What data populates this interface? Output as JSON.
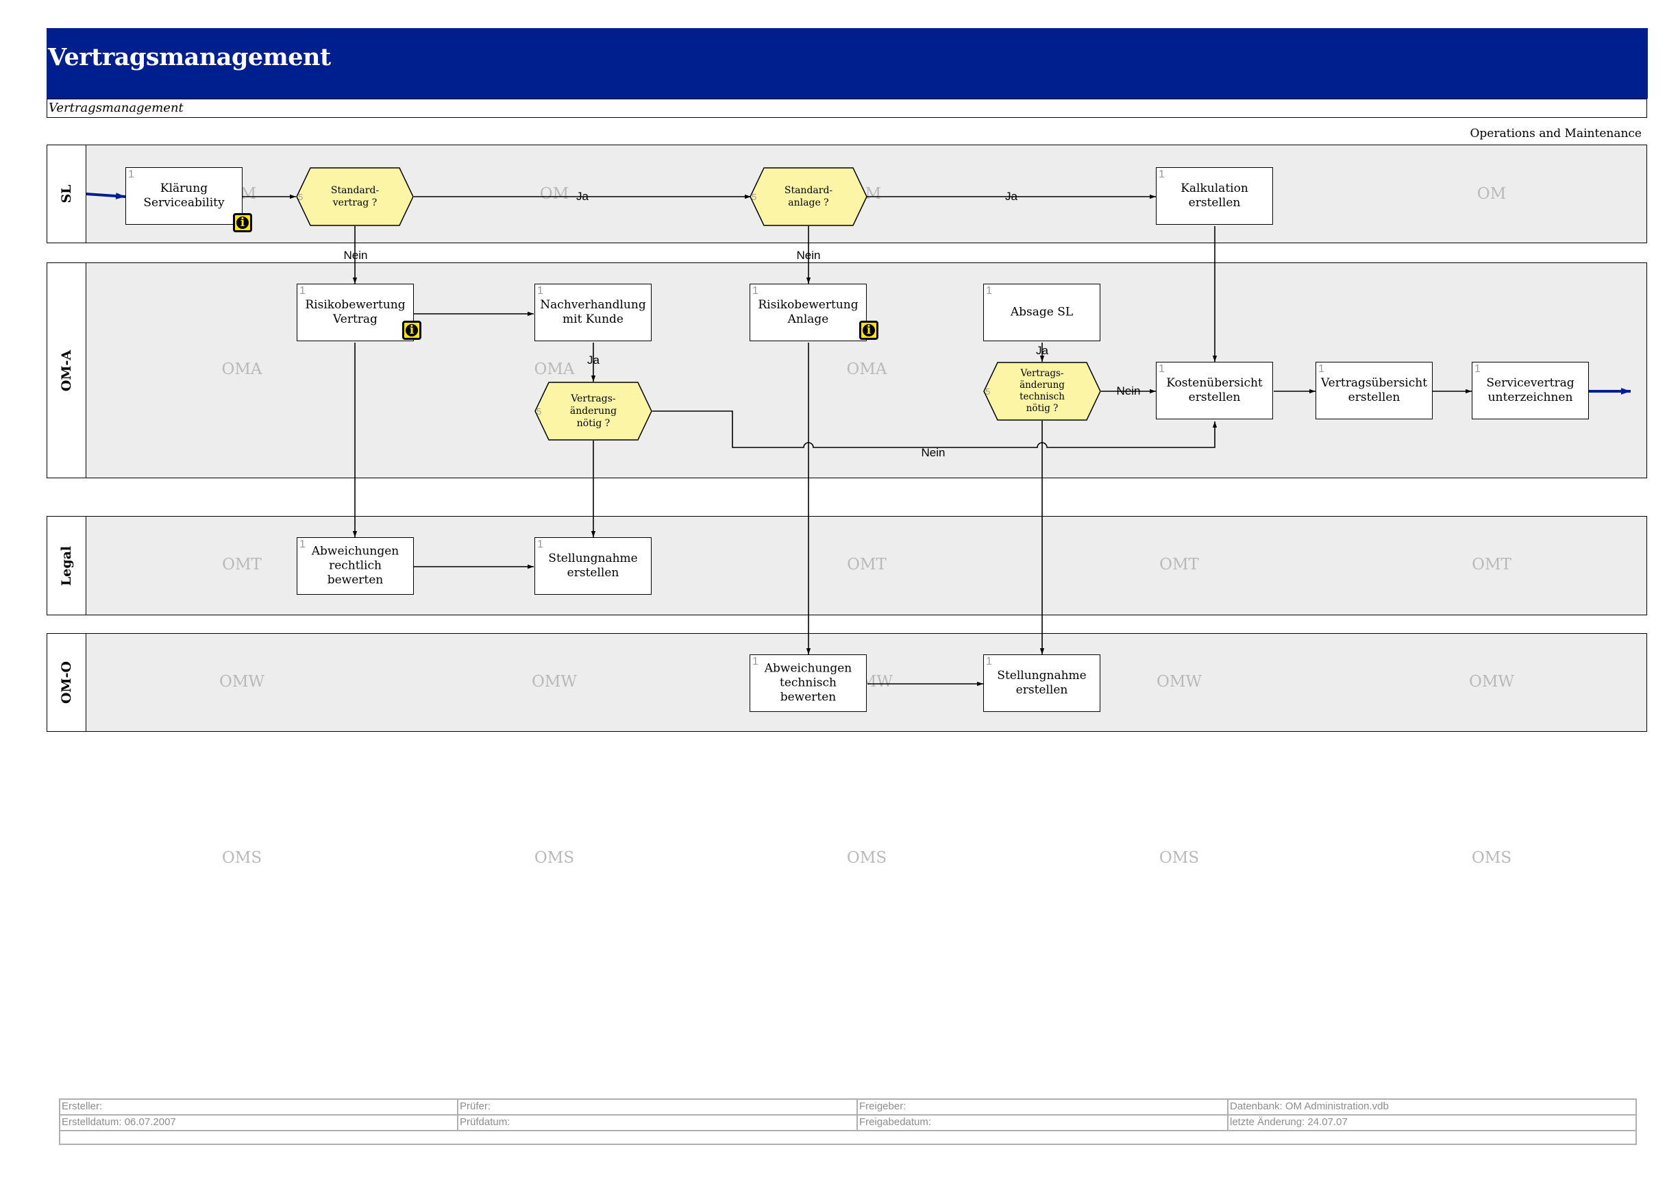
{
  "header": {
    "title": "Vertragsmanagement",
    "subtitle": "Vertragsmanagement",
    "area": "Operations and Maintenance",
    "title_bg": "#001f8f"
  },
  "lanes": [
    {
      "id": "sl",
      "label": "SL",
      "watermarks": [
        "OM",
        "OM",
        "OM",
        "OM"
      ]
    },
    {
      "id": "oma",
      "label": "OM-A",
      "watermarks": [
        "OMA",
        "OMA",
        "OMA"
      ]
    },
    {
      "id": "legal",
      "label": "Legal",
      "watermarks": [
        "OMT",
        "OMT",
        "OMT",
        "OMT"
      ]
    },
    {
      "id": "omo",
      "label": "OM-O",
      "watermarks": [
        "OMW",
        "OMW",
        "OMW",
        "OMW",
        "OMW"
      ]
    }
  ],
  "outside_watermarks": [
    "OMS",
    "OMS",
    "OMS",
    "OMS",
    "OMS"
  ],
  "nodes": [
    {
      "id": "n1",
      "type": "task",
      "num": "1",
      "text": "Klärung\nServiceability",
      "info": true
    },
    {
      "id": "d1",
      "type": "decision",
      "num": "5",
      "text": "Standard-\nvertrag ?"
    },
    {
      "id": "d2",
      "type": "decision",
      "num": "5",
      "text": "Standard-\nanlage ?"
    },
    {
      "id": "n2",
      "type": "task",
      "num": "1",
      "text": "Kalkulation\nerstellen"
    },
    {
      "id": "n3",
      "type": "task",
      "num": "1",
      "text": "Risikobewertung\nVertrag",
      "info": true
    },
    {
      "id": "n4",
      "type": "task",
      "num": "1",
      "text": "Nachverhandlung\nmit Kunde"
    },
    {
      "id": "n5",
      "type": "task",
      "num": "1",
      "text": "Risikobewertung\nAnlage",
      "info": true
    },
    {
      "id": "n6",
      "type": "task",
      "num": "1",
      "text": "Absage SL"
    },
    {
      "id": "d3",
      "type": "decision",
      "num": "5",
      "text": "Vertrags-\nänderung\nnötig ?"
    },
    {
      "id": "d4",
      "type": "decision",
      "num": "5",
      "text": "Vertrags-\nänderung\ntechnisch\nnötig ?"
    },
    {
      "id": "n7",
      "type": "task",
      "num": "1",
      "text": "Kostenübersicht\nerstellen"
    },
    {
      "id": "n8",
      "type": "task",
      "num": "1",
      "text": "Vertragsübersicht\nerstellen"
    },
    {
      "id": "n9",
      "type": "task",
      "num": "1",
      "text": "Servicevertrag\nunterzeichnen"
    },
    {
      "id": "n10",
      "type": "task",
      "num": "1",
      "text": "Abweichungen\nrechtlich bewerten"
    },
    {
      "id": "n11",
      "type": "task",
      "num": "1",
      "text": "Stellungnahme\nerstellen"
    },
    {
      "id": "n12",
      "type": "task",
      "num": "1",
      "text": "Abweichungen\ntechnisch bewerten"
    },
    {
      "id": "n13",
      "type": "task",
      "num": "1",
      "text": "Stellungnahme\nerstellen"
    }
  ],
  "edge_labels": {
    "d1_yes": "Ja",
    "d1_no": "Nein",
    "d2_yes": "Ja",
    "d2_no": "Nein",
    "d3_yes": "Ja",
    "d3_no": "Nein",
    "d4_yes": "Ja",
    "d4_no": "Nein"
  },
  "colors": {
    "decision_fill": "#fcf5a6",
    "lane_bg": "#ededed",
    "start_end_arrow": "#001f8f",
    "info_icon": "#ffe600"
  },
  "icons": {
    "info": "info-icon"
  },
  "footer": {
    "rows": [
      [
        "Ersteller:",
        "Prüfer:",
        "Freigeber:",
        "Datenbank: OM Administration.vdb"
      ],
      [
        "Erstelldatum: 06.07.2007",
        "Prüfdatum:",
        "Freigabedatum:",
        "letzte Änderung: 24.07.07"
      ]
    ]
  }
}
